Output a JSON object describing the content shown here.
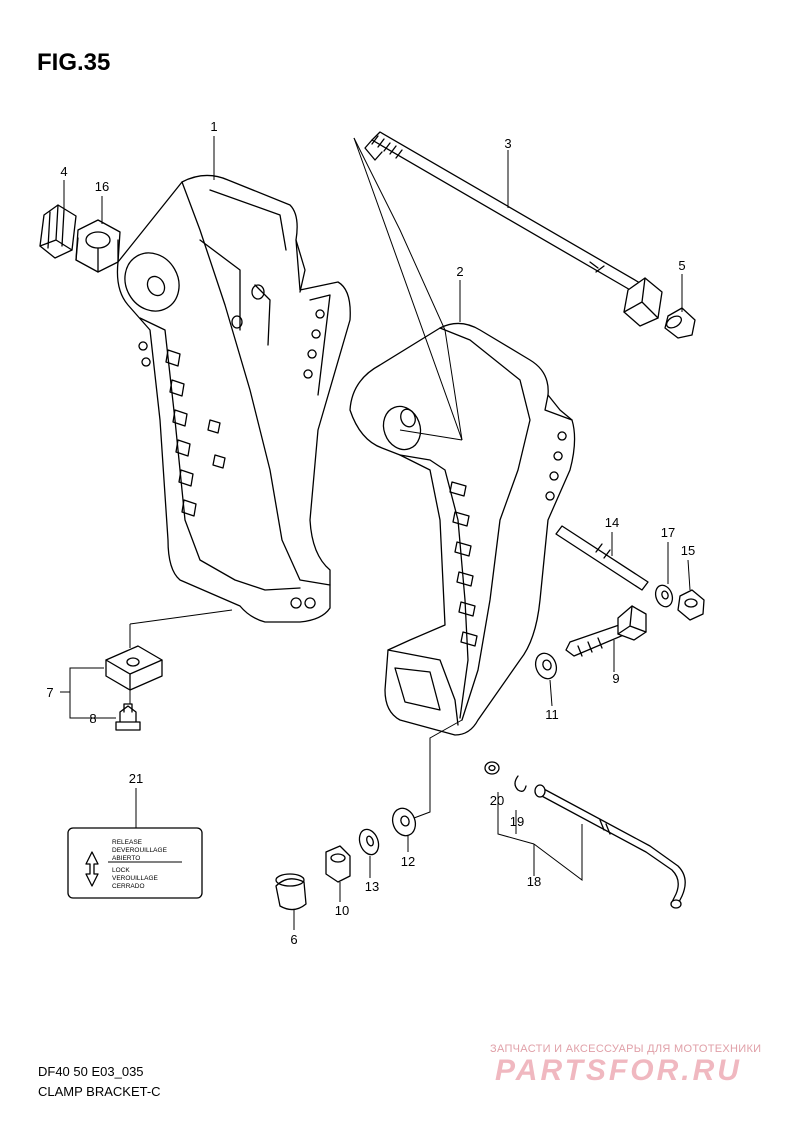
{
  "figure": {
    "title": "FIG.35"
  },
  "callouts": [
    "1",
    "2",
    "3",
    "4",
    "5",
    "6",
    "7",
    "8",
    "9",
    "10",
    "11",
    "12",
    "13",
    "14",
    "15",
    "16",
    "17",
    "18",
    "19",
    "20",
    "21"
  ],
  "label_plate": {
    "lines": [
      "RELEASE",
      "DEVEROUILLAGE",
      "ABIERTO",
      "LOCK",
      "VEROUILLAGE",
      "CERRADO"
    ]
  },
  "footer": {
    "model_code": "DF40 50 E03_035",
    "caption": "CLAMP BRACKET-C"
  },
  "watermark": {
    "tagline": "ЗАПЧАСТИ И АКСЕССУАРЫ ДЛЯ МОТОТЕХНИКИ",
    "brand": "PARTSFOR.RU"
  }
}
